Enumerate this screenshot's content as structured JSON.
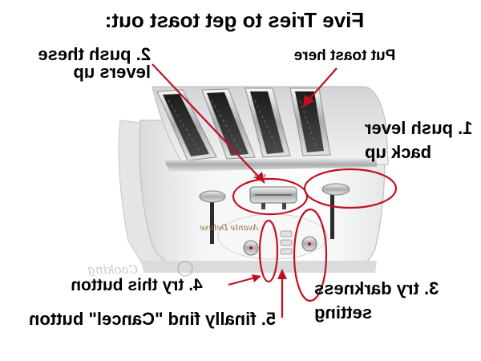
{
  "annotations": {
    "title": "Five Tries to get toast out:",
    "step2": "2. push these levers up",
    "put_toast": "Put toast here",
    "step1": "1. push lever back up",
    "step4": "4. try this button",
    "step3": "3. try darkness setting",
    "step5": "5. finally find \"Cancel\" button"
  },
  "product": {
    "brand": "T-FAL",
    "model": "Avante Deluxe",
    "watermark": "Cooking"
  },
  "colors": {
    "annotation_red": "#c01020",
    "text": "#000000"
  }
}
